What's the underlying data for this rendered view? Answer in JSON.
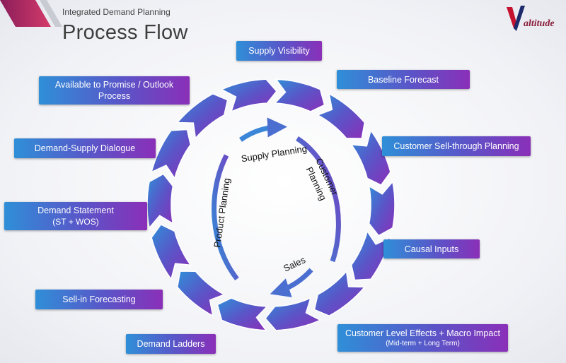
{
  "header": {
    "subtitle": "Integrated Demand Planning",
    "title": "Process Flow",
    "logo_text": "altitude"
  },
  "outer_steps": [
    {
      "label": "Supply Visibility",
      "sub": ""
    },
    {
      "label": "Baseline Forecast",
      "sub": ""
    },
    {
      "label": "Customer Sell-through Planning",
      "sub": ""
    },
    {
      "label": "Causal Inputs",
      "sub": ""
    },
    {
      "label": "Customer Level Effects + Macro Impact",
      "sub": "(Mid-term + Long Term)"
    },
    {
      "label": "Demand Ladders",
      "sub": ""
    },
    {
      "label": "Sell-in Forecasting",
      "sub": ""
    },
    {
      "label": "Demand Statement",
      "sub": "(ST + WOS)"
    },
    {
      "label": "Demand-Supply Dialogue",
      "sub": ""
    },
    {
      "label": "Available to Promise / Outlook Process",
      "sub": ""
    }
  ],
  "inner_labels": {
    "supply_planning": "Supply Planning",
    "customer_planning_1": "Customer",
    "customer_planning_2": "Planning",
    "sales": "Sales",
    "product_planning": "Product Planning"
  },
  "colors": {
    "blue": "#2f8fd8",
    "purple": "#8a2fb8",
    "logo_red": "#c4122f",
    "logo_navy": "#1d2a6b"
  }
}
